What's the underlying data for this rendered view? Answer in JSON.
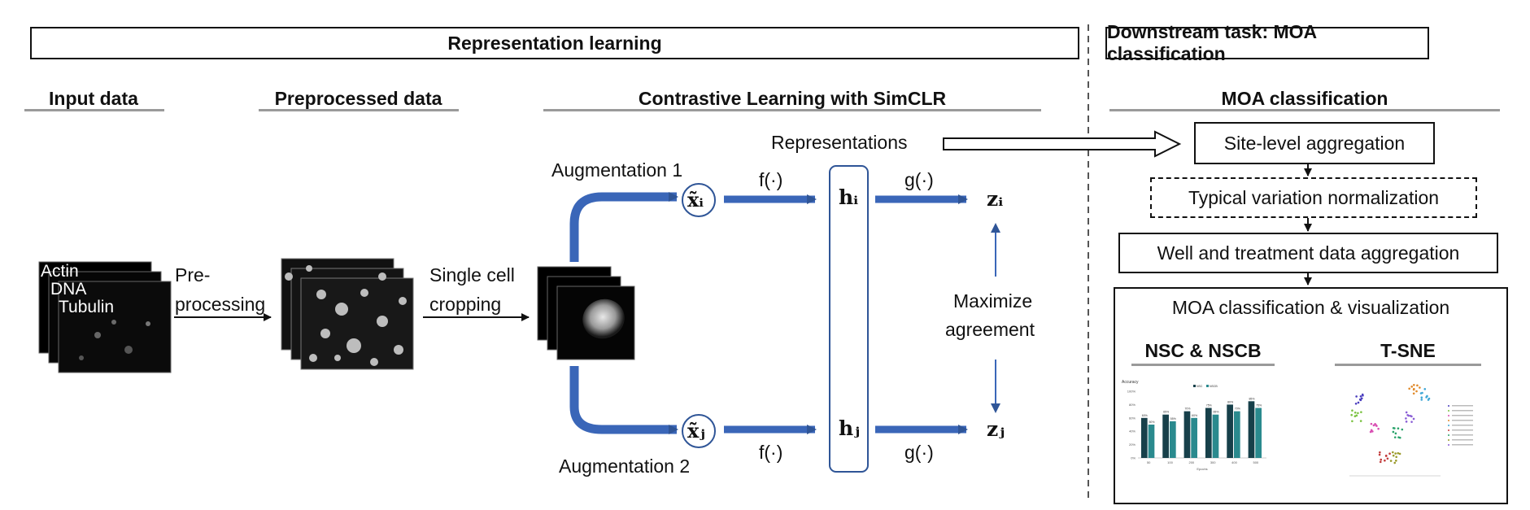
{
  "panels": {
    "left_title": "Representation learning",
    "right_title": "Downstream task: MOA classification"
  },
  "sections": {
    "input": "Input data",
    "preprocessed": "Preprocessed data",
    "contrastive": "Contrastive Learning with SimCLR",
    "moa": "MOA classification"
  },
  "input_channels": [
    "Actin",
    "DNA",
    "Tubulin"
  ],
  "steps": {
    "preprocessing": [
      "Pre-",
      "processing"
    ],
    "cropping": [
      "Single cell",
      "cropping"
    ]
  },
  "simclr": {
    "aug1": "Augmentation 1",
    "aug2": "Augmentation 2",
    "xi": "x̃ᵢ",
    "xj": "x̃ⱼ",
    "f1": "f(·)",
    "f2": "f(·)",
    "hi": "hᵢ",
    "hj": "hⱼ",
    "g1": "g(·)",
    "g2": "g(·)",
    "zi": "zᵢ",
    "zj": "zⱼ",
    "representations": "Representations",
    "maximize": [
      "Maximize",
      "agreement"
    ]
  },
  "pipeline": {
    "site": "Site-level aggregation",
    "typical": "Typical variation normalization",
    "well": "Well and treatment data aggregation",
    "moa_viz": "MOA classification & visualization",
    "nsc": "NSC & NSCB",
    "tsne": "T-SNE"
  },
  "colors": {
    "arrow_blue": "#4472c4",
    "arrow_blue_dark": "#2f5597",
    "bar_nsc": "#17404a",
    "bar_nscb": "#2a8a8e"
  },
  "chart_data": {
    "type": "bar",
    "title": "Accuracy",
    "xlabel": "Epochs",
    "categories": [
      "50",
      "100",
      "200",
      "300",
      "400",
      "500"
    ],
    "series": [
      {
        "name": "NSC",
        "values": [
          60,
          65,
          70,
          75,
          80,
          85
        ]
      },
      {
        "name": "NSCB",
        "values": [
          50,
          55,
          60,
          65,
          70,
          75
        ]
      }
    ],
    "value_labels": [
      "60%",
      "50%",
      "65%",
      "55%",
      "70%",
      "60%",
      "75%",
      "65%",
      "80%",
      "70%",
      "85%",
      "75%"
    ],
    "ylim": [
      0,
      100
    ],
    "yticks": [
      "0%",
      "20%",
      "40%",
      "60%",
      "80%",
      "100%"
    ]
  }
}
